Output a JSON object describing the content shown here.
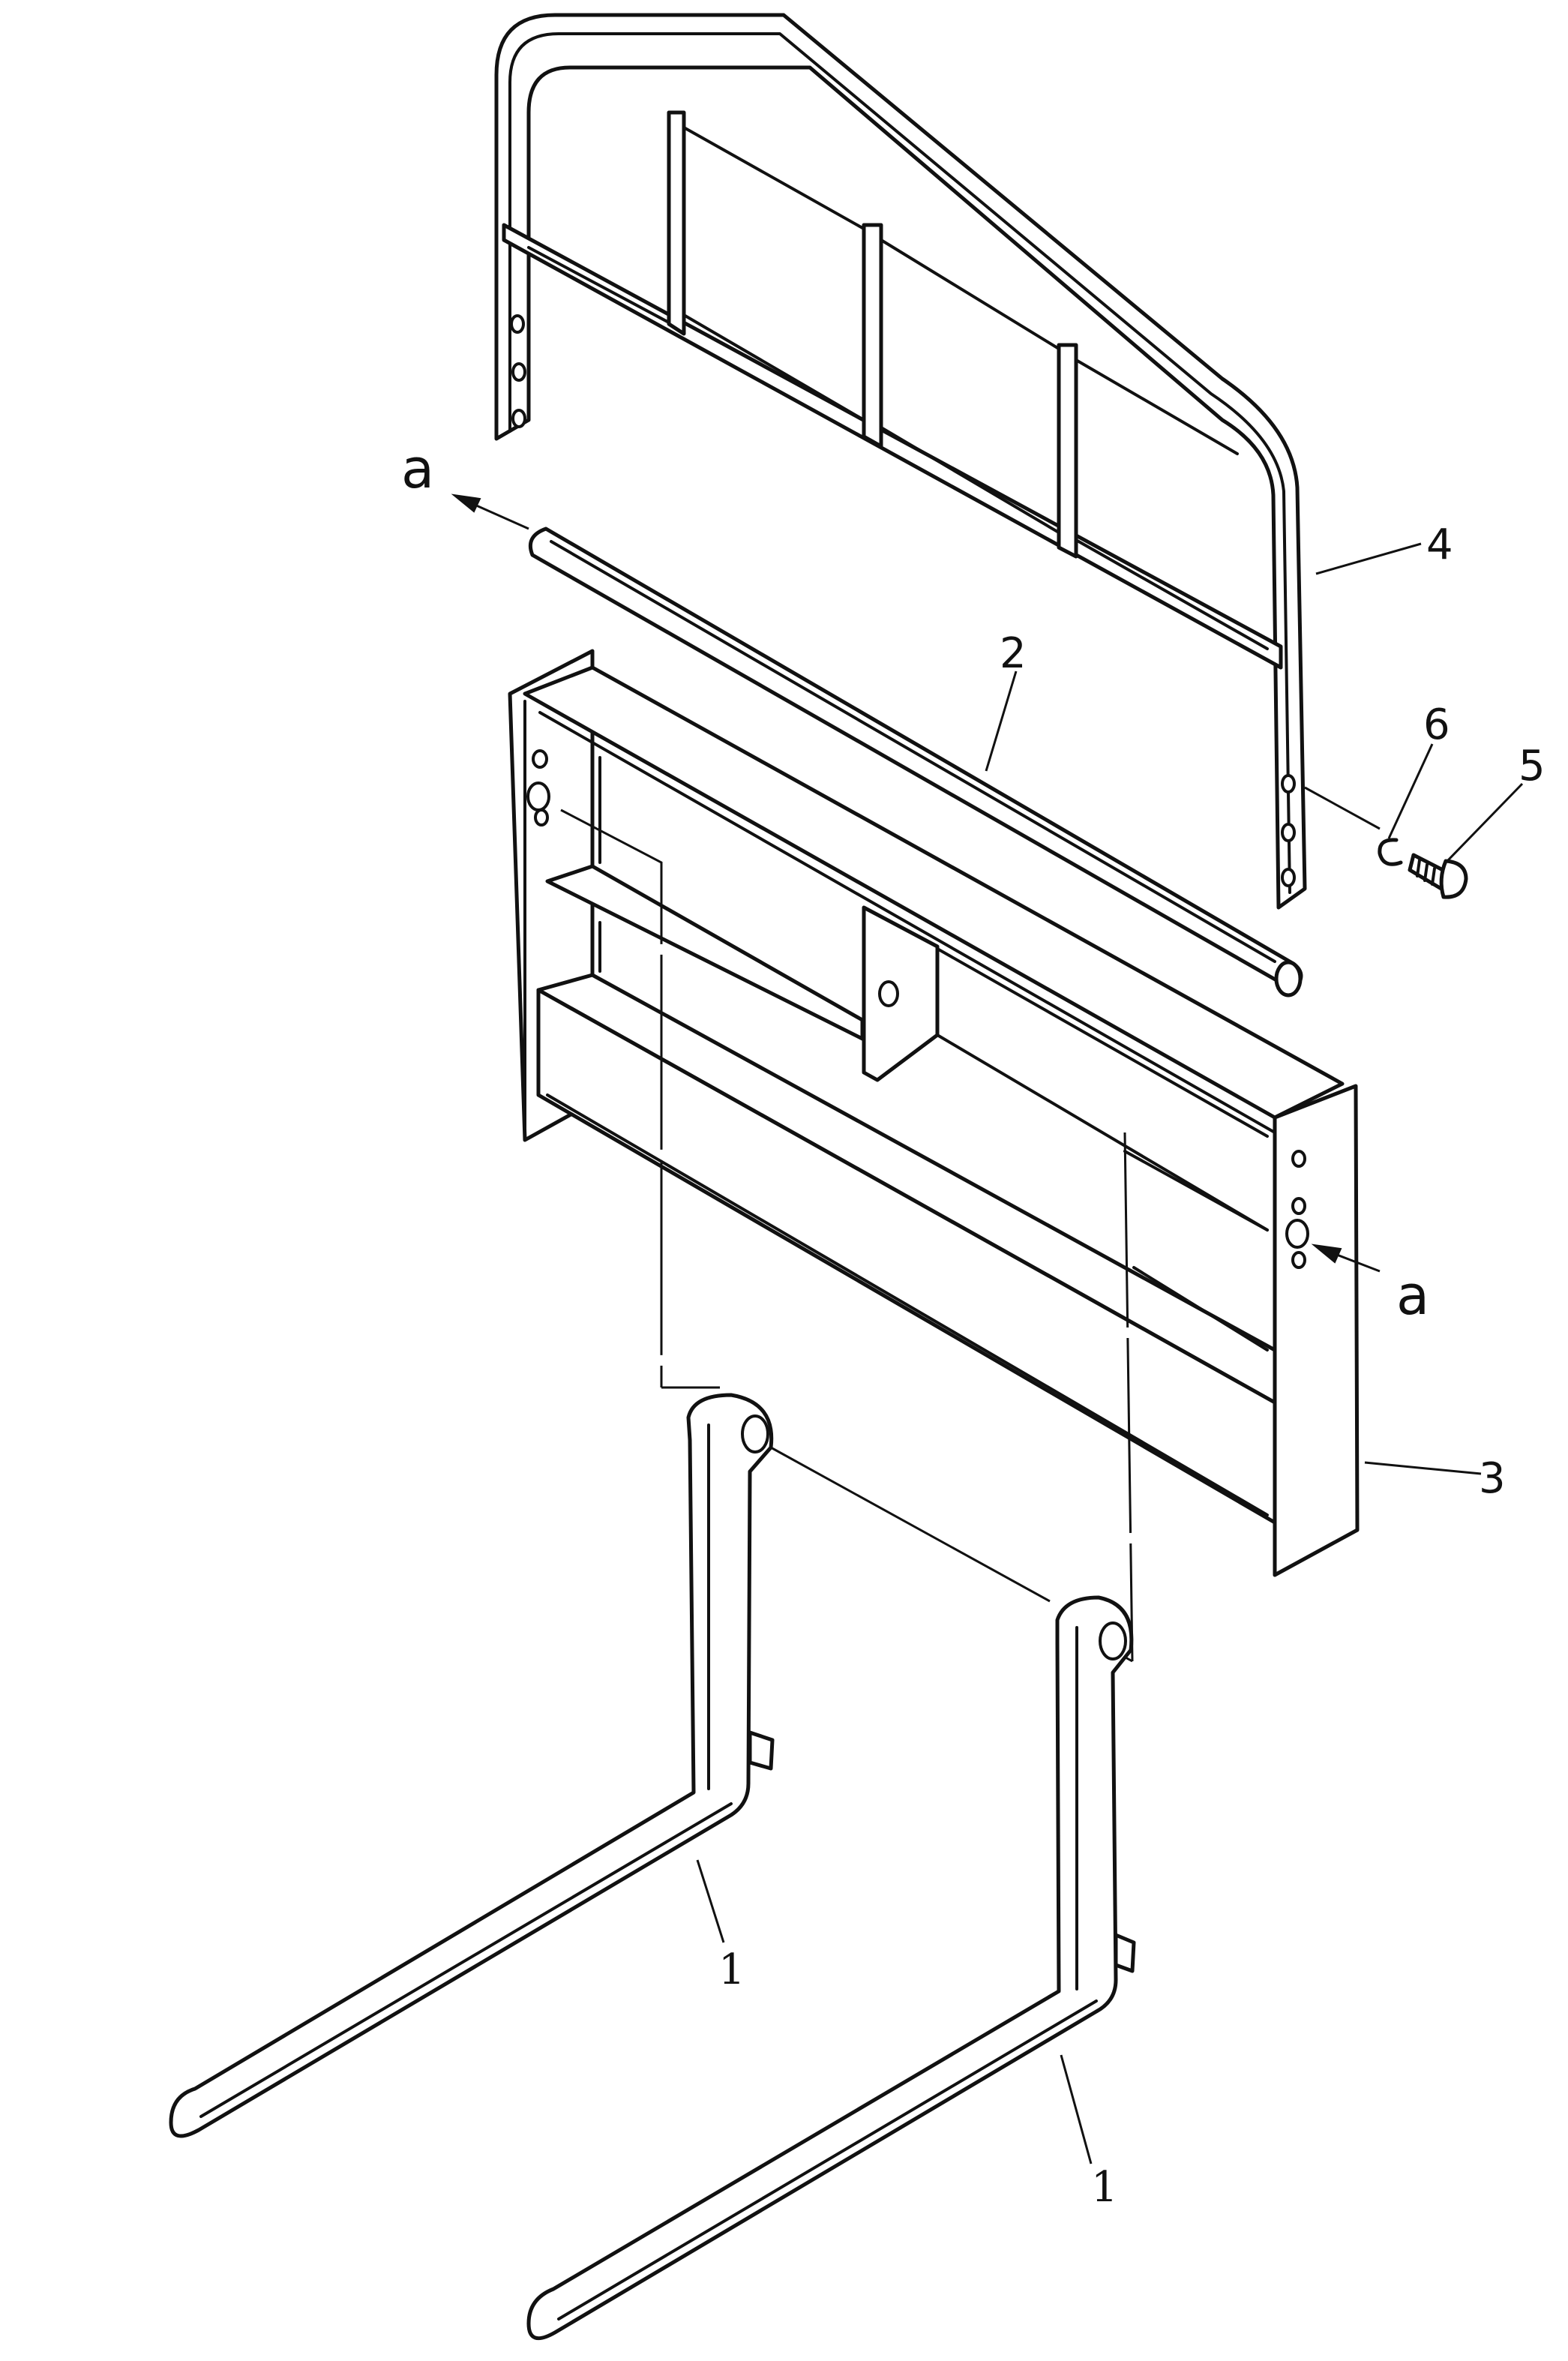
{
  "labels": {
    "fork_left": "1",
    "fork_right": "1",
    "shaft": "2",
    "carriage": "3",
    "backrest": "4",
    "bolt": "5",
    "washer": "6",
    "ref_a_top": "a",
    "ref_a_right": "a"
  },
  "colors": {
    "line": "#111111",
    "background": "#ffffff"
  }
}
